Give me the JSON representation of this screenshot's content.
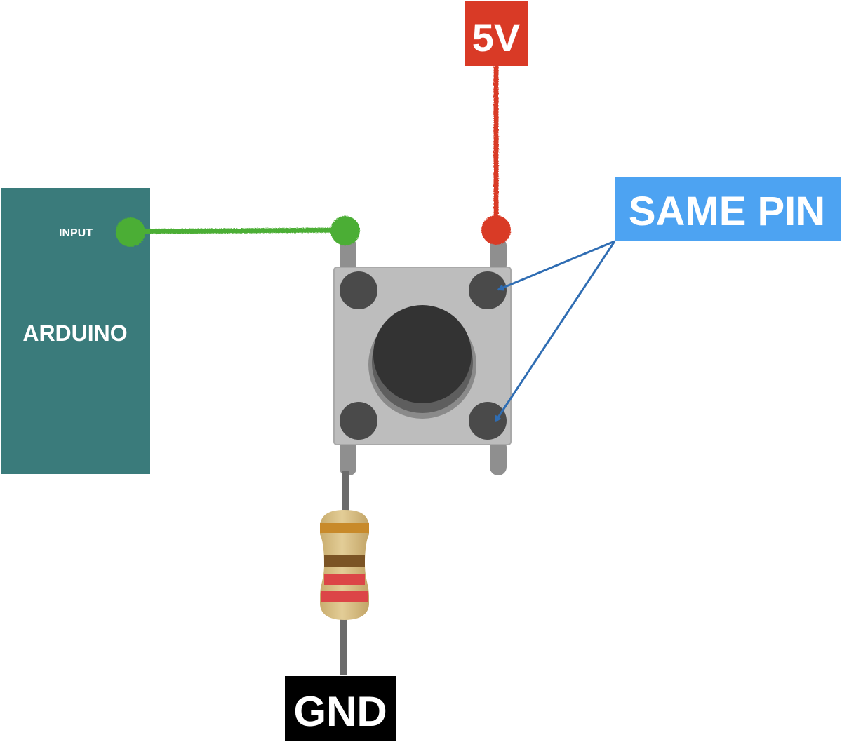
{
  "arduino": {
    "name": "ARDUINO",
    "input_label": "INPUT"
  },
  "labels": {
    "power": "5V",
    "ground": "GND",
    "same_pin": "SAME PIN"
  },
  "colors": {
    "arduino_body": "#3a7b7b",
    "input_wire": "#4cae34",
    "power_wire": "#d93a26",
    "power_label_bg": "#d93a26",
    "ground_label_bg": "#000000",
    "callout_bg": "#4da3f2",
    "callout_arrow": "#2f6db3",
    "button_body": "#bdbdbd",
    "button_cap": "#333333",
    "button_pad": "#4a4a4a",
    "resistor_body": "#d7bf87",
    "resistor_band_1": "#c88a2a",
    "resistor_band_2": "#7b5425",
    "resistor_band_3": "#dc4547",
    "resistor_band_4": "#dc4547",
    "lead": "#6b6b6b"
  },
  "components": {
    "button": "4-pin tactile push button",
    "resistor": "pull-down resistor"
  }
}
